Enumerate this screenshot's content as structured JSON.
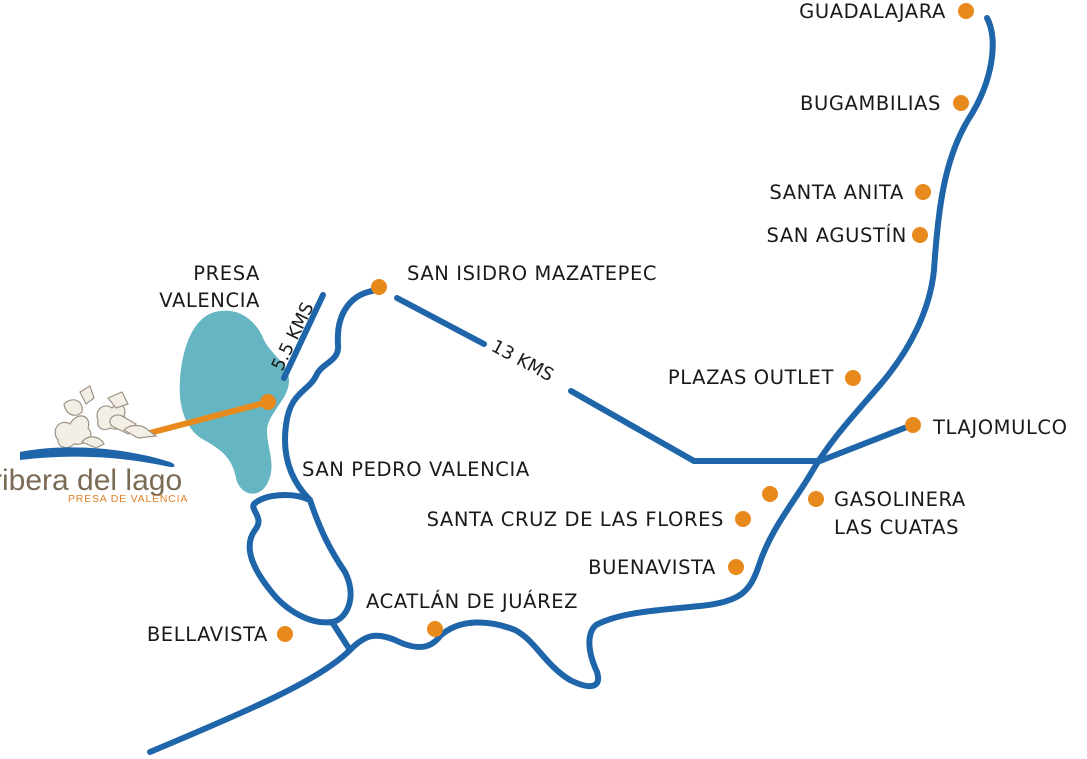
{
  "colors": {
    "road": "#1f65aa",
    "lake": "#66b5c3",
    "marker": "#e8891c",
    "route_to_lake": "#e8891c",
    "logo_text": "#7b6a55",
    "logo_subtext": "#e0822a",
    "label_text": "#1a1a1a"
  },
  "lake": {
    "label_line1": "PRESA",
    "label_line2": "VALENCIA"
  },
  "distances": {
    "lake_road": "5.5 KMS",
    "san_isidro_road": "13 KMS"
  },
  "places": {
    "guadalajara": "GUADALAJARA",
    "bugambilias": "BUGAMBILIAS",
    "santa_anita": "SANTA ANITA",
    "san_agustin": "SAN AGUSTÍN",
    "san_isidro": "SAN ISIDRO MAZATEPEC",
    "plazas_outlet": "PLAZAS OUTLET",
    "tlajomulco": "TLAJOMULCO",
    "san_pedro": "SAN PEDRO VALENCIA",
    "gasolinera_line1": "GASOLINERA",
    "gasolinera_line2": "LAS CUATAS",
    "santa_cruz": "SANTA CRUZ DE LAS FLORES",
    "buenavista": "BUENAVISTA",
    "acatlan": "ACATLÁN DE JUÁREZ",
    "bellavista": "BELLAVISTA"
  },
  "logo": {
    "name": "ribera del lago",
    "tagline": "PRESA DE VALENCIA",
    "icon": "pelicans-flock-icon"
  }
}
